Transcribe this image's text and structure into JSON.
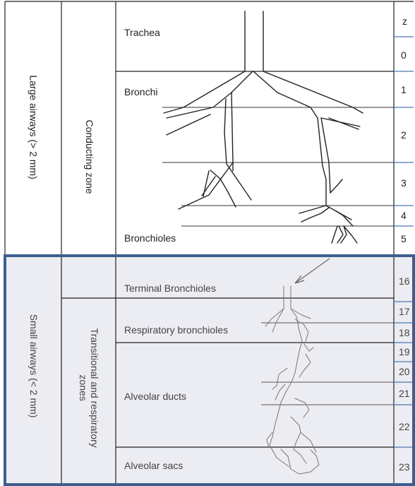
{
  "header": {
    "generation_label": "z"
  },
  "columns": {
    "large_airways": "Large airways (> 2 mm)",
    "conducting_zone": "Conducting zone",
    "small_airways": "Small airways (< 2 mm)",
    "transitional_zones": [
      "Transitional and respiratory",
      "zones"
    ]
  },
  "regions": {
    "trachea": "Trachea",
    "bronchi": "Bronchi",
    "bronchioles": "Bronchioles",
    "terminal_bronchioles": "Terminal Bronchioles",
    "respiratory_bronchioles": "Respiratory bronchioles",
    "alveolar_ducts": "Alveolar ducts",
    "alveolar_sacs": "Alveolar sacs"
  },
  "generations": [
    "0",
    "1",
    "2",
    "3",
    "4",
    "5",
    "16",
    "17",
    "18",
    "19",
    "20",
    "21",
    "22",
    "23"
  ],
  "colors": {
    "small_airways_fill": "#ececf3",
    "small_airways_border": "#3d5f8e",
    "generation_divider": "#4a78b0",
    "grid_line": "#222222"
  }
}
